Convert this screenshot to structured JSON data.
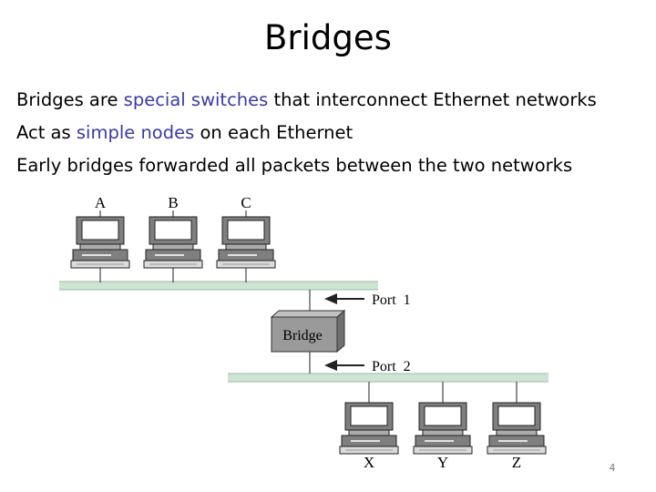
{
  "slide": {
    "title": "Bridges",
    "bullets": [
      {
        "before": "Bridges are ",
        "highlight": "special switches",
        "after": " that interconnect Ethernet networks"
      },
      {
        "before": "Act as ",
        "highlight": "simple nodes",
        "after": " on each Ethernet"
      },
      {
        "before": "Early bridges forwarded all packets between the two networks",
        "highlight": "",
        "after": ""
      }
    ],
    "page_number": "4"
  },
  "diagram": {
    "top_hosts": [
      "A",
      "B",
      "C"
    ],
    "bottom_hosts": [
      "X",
      "Y",
      "Z"
    ],
    "bridge_label": "Bridge",
    "port1_label": "Port  1",
    "port2_label": "Port  2"
  },
  "colors": {
    "highlight": "#3b3b9c",
    "cable": "#cfe5d3",
    "bridge_fill": "#9a9a9a"
  }
}
